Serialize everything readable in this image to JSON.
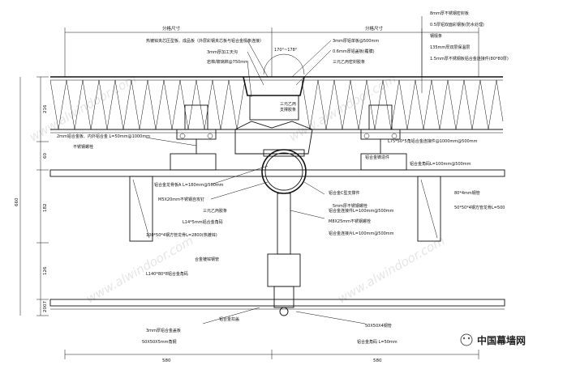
{
  "dimensions": {
    "top_left": "分格尺寸",
    "top_right": "分格尺寸",
    "bottom_left": "580",
    "bottom_right": "580",
    "total_height": "660",
    "segments": [
      "216",
      "60",
      "182",
      "126",
      "2007"
    ]
  },
  "angle": "170°~178°",
  "labels_top_left": [
    "热镀锌夹芯压型板、成品板（外层彩钢夹芯板与铝合金檩条连接）",
    "3mm厚加工天沟",
    "岩棉/玻璃棉@750mm"
  ],
  "labels_top_center": [
    "3mm厚铝单板@500mm",
    "0.6mm厚铝盖板(覆膜)",
    "三元乙丙密封胶条"
  ],
  "labels_top_right": [
    "8mm厚不锈钢密封板",
    "0.5厚铝双面彩钢板(防水处理)",
    "钢檩条",
    "135mm厚双层保温层",
    "1.5mm厚不锈钢板铝合金连接件(80*80厚)"
  ],
  "labels_mid_left": [
    "2mm铝合金板、内外铝合金 L=50mm@1000mm",
    "不锈钢螺栓",
    "铝合金龙骨板A L=180mm@500mm",
    "M5X20mm不锈钢自攻钉",
    "三元乙丙胶条",
    "L14*5mm铝合金角码",
    "100*50*4钢方管龙骨L=2800(热镀锌)",
    "L140*80*8铝合金角码",
    "合金镀锌钢管"
  ],
  "labels_mid_right": [
    "L75*50*5角铝合金连接件@1000mm@500mm",
    "铝合金角码L=100mm@500mm",
    "铝合金C型支撑件",
    "5mm厚不锈钢螺栓",
    "80*4mm钢管",
    "50*50*4钢方管龙骨L=500",
    "铝合金连接件L=100mm@500mm",
    "M8X25mm不锈钢螺栓",
    "铝合金铸造件",
    "铝合金连接片L=100mm@500mm"
  ],
  "labels_bottom": [
    "3mm厚铝合金盖板",
    "50X50X5mm角钢",
    "铝合金扣盖",
    "50X50X4钢管",
    "铝合金角码 L=50mm"
  ],
  "center_note": [
    "三元乙丙",
    "支撑胶条"
  ],
  "watermark": "www.alwindoor.com",
  "brand_text": "中国幕墙网"
}
